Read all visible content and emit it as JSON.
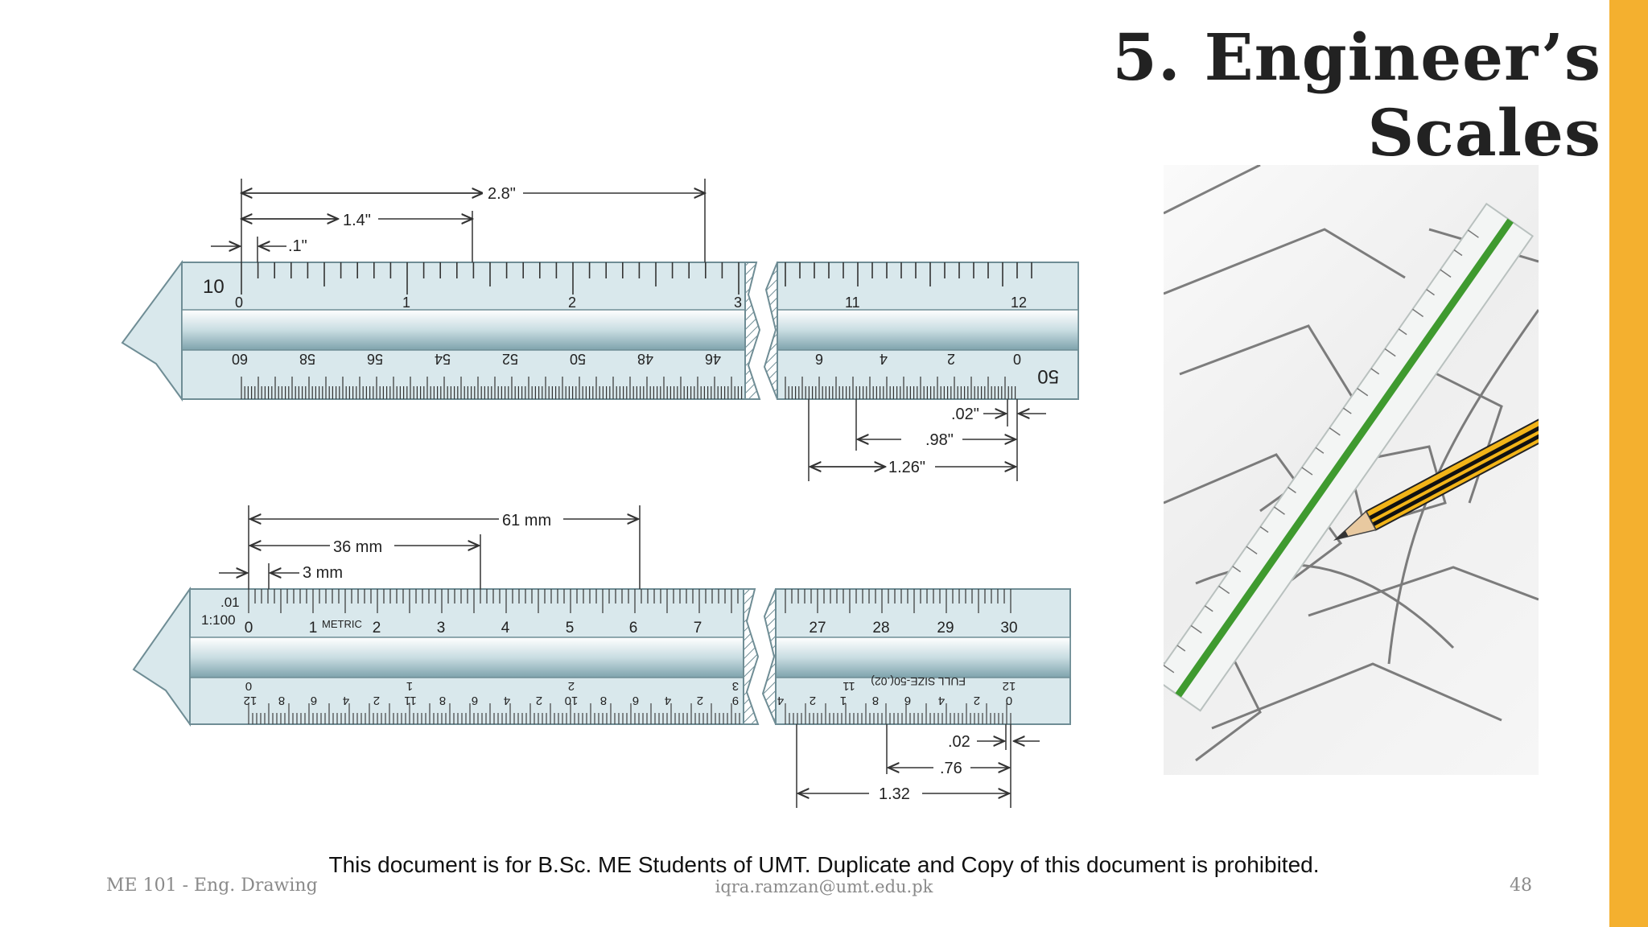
{
  "slide": {
    "title": "5. Engineer’s Scales",
    "notice": "This document is for B.Sc. ME Students of UMT. Duplicate and Copy of this document is prohibited.",
    "footer": {
      "course": "ME 101 - Eng. Drawing",
      "email": "iqra.ramzan@umt.edu.pk",
      "page": "48"
    },
    "colors": {
      "accent": "#f4b02f",
      "scale_body": "#d9e8ec",
      "scale_edge": "#6f8d95"
    }
  },
  "figure_top": {
    "scale_label": "10",
    "rear_scale_label": "50",
    "dims": {
      "a": "2.8\"",
      "b": "1.4\"",
      "c": ".1\"",
      "d": ".02\"",
      "e": ".98\"",
      "f": "1.26\""
    },
    "upper_ticks": [
      "0",
      "1",
      "2",
      "3",
      "11",
      "12"
    ],
    "lower_ticks": [
      "60",
      "58",
      "56",
      "54",
      "52",
      "50",
      "48",
      "46",
      "6",
      "4",
      "2",
      "0"
    ]
  },
  "figure_bottom": {
    "scale_label_1": ".01",
    "scale_label_2": "1:100",
    "metric_label": "METRIC",
    "full_size_label": "FULL SIZE-50(.02)",
    "dims": {
      "a": "61 mm",
      "b": "36 mm",
      "c": "3 mm",
      "d": ".02",
      "e": ".76",
      "f": "1.32"
    },
    "upper_ticks": [
      "0",
      "1",
      "2",
      "3",
      "4",
      "5",
      "6",
      "7",
      "27",
      "28",
      "29",
      "30"
    ],
    "lower_ticks": [
      "12",
      "8",
      "6",
      "4",
      "2",
      "11",
      "8",
      "6",
      "4",
      "2",
      "10",
      "8",
      "6",
      "4",
      "2",
      "9",
      "4",
      "2",
      "1",
      "8",
      "6",
      "4",
      "2",
      "0"
    ],
    "lower_big": [
      "0",
      "1",
      "2",
      "3",
      "11",
      "12"
    ]
  }
}
